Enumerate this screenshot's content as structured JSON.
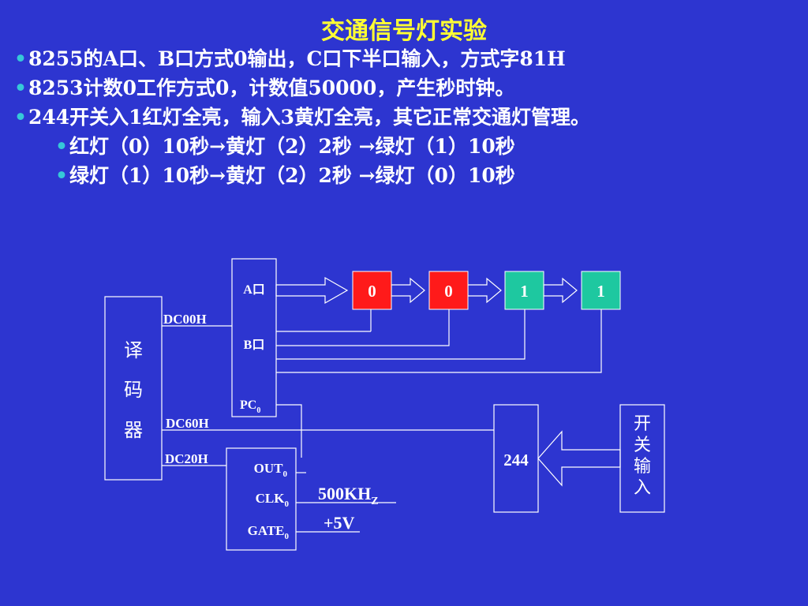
{
  "title": "交通信号灯实验",
  "bullets": [
    "8255的A口、B口方式0输出，C口下半口输入，方式字81H",
    "8253计数0工作方式0，计数值50000，产生秒时钟。",
    "244开关入1红灯全亮，输入3黄灯全亮，其它正常交通灯管理。"
  ],
  "sub_bullets": [
    "红灯（0）10秒→黄灯（2）2秒 →绿灯（1）10秒",
    "绿灯（1）10秒→黄灯（2）2秒 →绿灯（0）10秒"
  ],
  "diagram": {
    "decoder_chars": [
      "译",
      "码",
      "器"
    ],
    "port_labels": {
      "a": "A口",
      "b": "B口",
      "pc": "PC",
      "pc_sub": "0"
    },
    "addresses": [
      "DC00H",
      "DC60H",
      "DC20H"
    ],
    "counter_pins": [
      {
        "name": "OUT",
        "sub": "0"
      },
      {
        "name": "CLK",
        "sub": "0"
      },
      {
        "name": "GATE",
        "sub": "0"
      }
    ],
    "clock": {
      "text": "500KH",
      "sub": "Z"
    },
    "gate_voltage": "+5V",
    "lights": [
      {
        "label": "0",
        "color": "#ff1a1a"
      },
      {
        "label": "0",
        "color": "#ff1a1a"
      },
      {
        "label": "1",
        "color": "#1ec8a0"
      },
      {
        "label": "1",
        "color": "#1ec8a0"
      }
    ],
    "buffer_label": "244",
    "switch_chars": [
      "开",
      "关",
      "输",
      "入"
    ]
  }
}
